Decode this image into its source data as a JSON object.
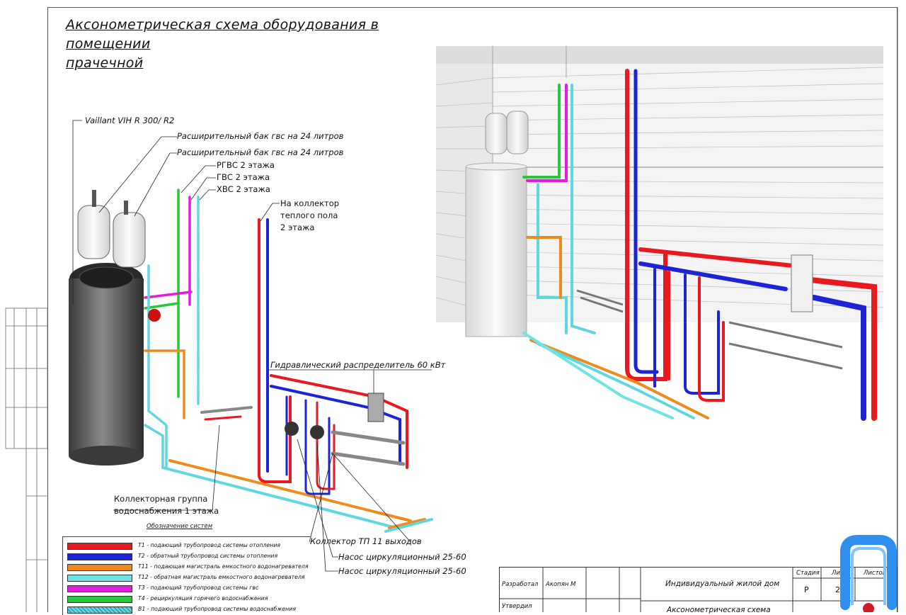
{
  "title": {
    "line1": "Аксонометрическая схема оборудования в помещении",
    "line2": "прачечной"
  },
  "labels": {
    "vaillant": "Vaillant VIH R 300/ R2",
    "tank1": "Расширительный бак гвс на 24 литров",
    "tank2": "Расширительный бак гвс на 24 литров",
    "rgvs": "РГВС 2 этажа",
    "gvs": "ГВС 2 этажа",
    "hvs": "ХВС 2 этажа",
    "floor_collector_1": "На коллектор",
    "floor_collector_2": "теплого пола",
    "floor_collector_3": "2 этажа",
    "hydraulic": "Гидравлический распределитель 60 кВт",
    "collector_group_1": "Коллекторная группа",
    "collector_group_2": "водоснабжения 1 этажа",
    "collector_tp": "Коллектор ТП 11 выходов",
    "pump1": "Насос циркуляционный 25-60",
    "pump2": "Насос циркуляционный 25-60"
  },
  "legend": {
    "title": "Обозначение систем",
    "items": [
      {
        "color": "#e8191f",
        "text": "Т1 - подающий трубопровод системы отопления"
      },
      {
        "color": "#1c24d6",
        "text": "Т2 - обратный трубопровод системы отопления"
      },
      {
        "color": "#f08a1c",
        "text": "Т11 - подающая магистраль емкостного водонагревателя"
      },
      {
        "color": "#6fe3e6",
        "text": "Т12 - обратная магистраль емкостного водонагревателя"
      },
      {
        "color": "#e51be0",
        "text": "Т3 - подающий трубопровод системы гвс"
      },
      {
        "color": "#27c93a",
        "text": "Т4 - рециркуляция горячего водоснабжения"
      },
      {
        "color": "#5fd6e0",
        "text": "В1 - подающий трубопровод системы водоснабжения"
      }
    ]
  },
  "stamp": {
    "developer_label": "Разработал",
    "developer_name": "Акопян М",
    "approved_label": "Утвердил",
    "project": "Индивидуальный жилой дом",
    "sheet_title": "Аксонометрическая схема",
    "stage_label": "Стадия",
    "stage_value": "Р",
    "sheet_label": "Лист",
    "sheet_value": "2",
    "sheets_label": "Листов"
  },
  "colors": {
    "supply": "#e8191f",
    "return": "#1c24d6",
    "boiler_supply": "#f08a1c",
    "boiler_return": "#6fe3e6",
    "dhw": "#e51be0",
    "recirc": "#27c93a",
    "cold": "#5fd6e0"
  }
}
